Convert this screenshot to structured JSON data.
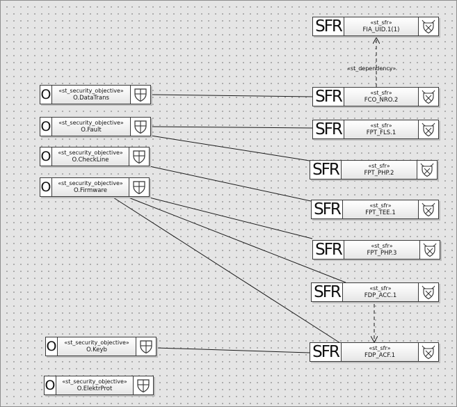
{
  "objectives": {
    "stereotype": "«st_security_objective»",
    "badge_letter": "O",
    "items": [
      {
        "name": "O.DataTrans"
      },
      {
        "name": "O.Fault"
      },
      {
        "name": "O.CheckLine"
      },
      {
        "name": "O.Firmware"
      },
      {
        "name": "O.Keyb"
      },
      {
        "name": "O.ElektrProt"
      }
    ]
  },
  "sfrs": {
    "stereotype": "«st_sfr»",
    "badge_text": "SFR",
    "items": [
      {
        "name": "FIA_UID.1(1)"
      },
      {
        "name": "FCO_NRO.2"
      },
      {
        "name": "FPT_FLS.1"
      },
      {
        "name": "FPT_PHP.2"
      },
      {
        "name": "FPT_TEE.1"
      },
      {
        "name": "FPT_PHP.3"
      },
      {
        "name": "FDP_ACC.1"
      },
      {
        "name": "FDP_ACF.1"
      }
    ]
  },
  "dependency_label": "«st_dependency»",
  "icons": {
    "objective": "cross-shield-icon",
    "sfr": "horned-shield-icon"
  },
  "colors": {
    "background": "#e5e5e5",
    "grid_dot": "#7a7a7a",
    "line": "#1a1a1a"
  }
}
